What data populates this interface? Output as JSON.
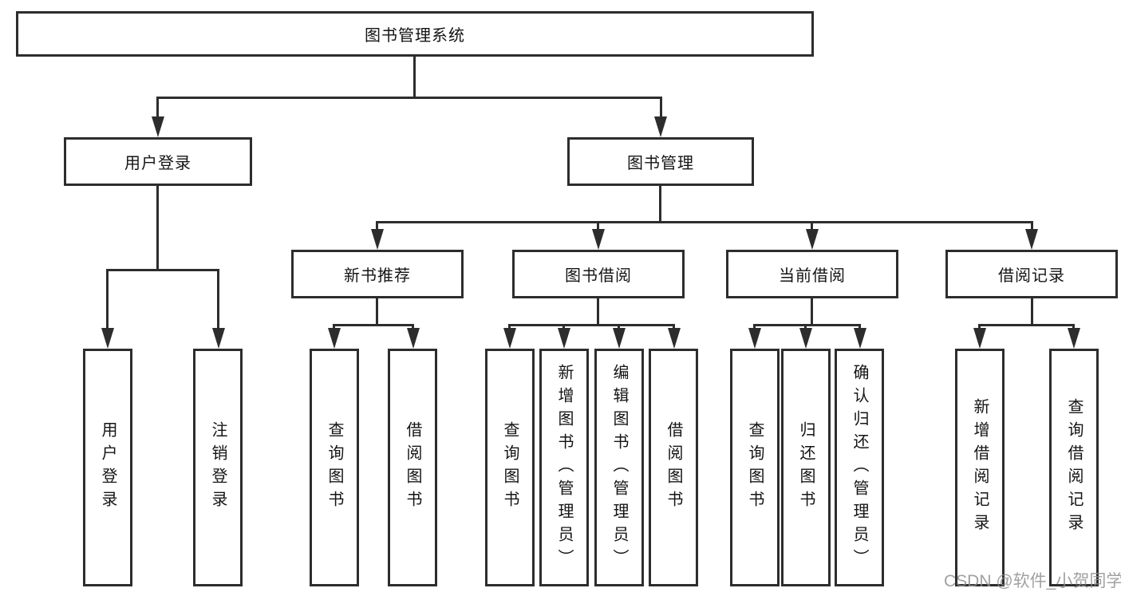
{
  "tree": {
    "root": {
      "label": "图书管理系统"
    },
    "level2": [
      {
        "label": "用户登录",
        "leaves": [
          "用户登录",
          "注销登录"
        ]
      },
      {
        "label": "图书管理",
        "groups": [
          {
            "label": "新书推荐",
            "leaves": [
              "查询图书",
              "借阅图书"
            ]
          },
          {
            "label": "图书借阅",
            "leaves": [
              "查询图书",
              "新增图书（管理员）",
              "编辑图书（管理员）",
              "借阅图书"
            ]
          },
          {
            "label": "当前借阅",
            "leaves": [
              "查询图书",
              "归还图书",
              "确认归还（管理员）"
            ]
          },
          {
            "label": "借阅记录",
            "leaves": [
              "新增借阅记录",
              "查询借阅记录"
            ]
          }
        ]
      }
    ]
  },
  "watermark": "CSDN @软件_小贺同学",
  "colors": {
    "line": "#2d2d2d",
    "box_border": "#2d2d2d",
    "text": "#141414",
    "background": "#ffffff",
    "watermark": "#8c8c8c"
  }
}
